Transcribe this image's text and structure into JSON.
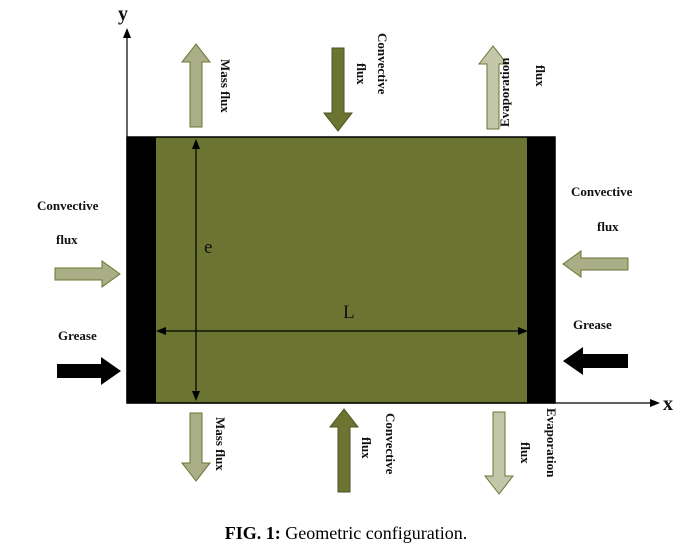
{
  "axes": {
    "x": "x",
    "y": "y"
  },
  "dimensions": {
    "thickness": "e",
    "length": "L"
  },
  "labels": {
    "mass_flux": "Mass flux",
    "convective": "Convective",
    "flux": "flux",
    "evaporation": "Evaporation",
    "grease": "Grease"
  },
  "caption": {
    "number": "FIG. 1:",
    "text": "Geometric configuration."
  },
  "colors": {
    "block": "#6b7431",
    "edge": "#000000",
    "convective_arrow": "#6b7431",
    "mass_arrow": "#a9ae86",
    "evaporation_arrow": "#c3c6a8",
    "grease_arrow": "#000000"
  }
}
